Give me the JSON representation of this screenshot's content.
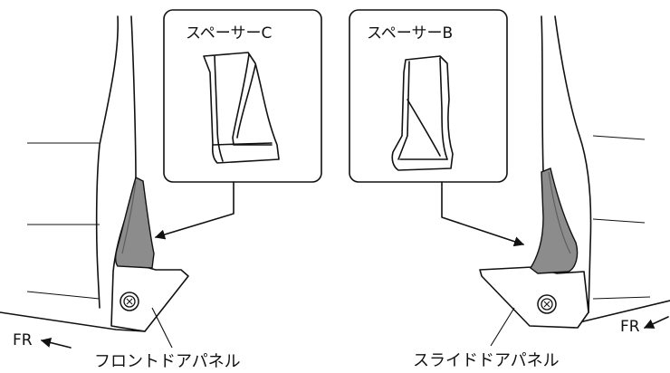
{
  "callouts": {
    "left_box_title": "スペーサーC",
    "right_box_title": "スペーサーB"
  },
  "labels": {
    "front_panel": "フロントドアパネル",
    "slide_panel": "スライドドアパネル",
    "fr_left": "FR",
    "fr_right": "FR"
  },
  "colors": {
    "line": "#111111",
    "spacer_fill": "#8c8c8c",
    "spacer_dark": "#5e5e5e",
    "background": "#ffffff"
  },
  "icons": {
    "bolt_left": "bolt-head-icon",
    "bolt_right": "bolt-head-icon",
    "arrow_left": "arrow-icon",
    "arrow_right": "arrow-icon"
  }
}
